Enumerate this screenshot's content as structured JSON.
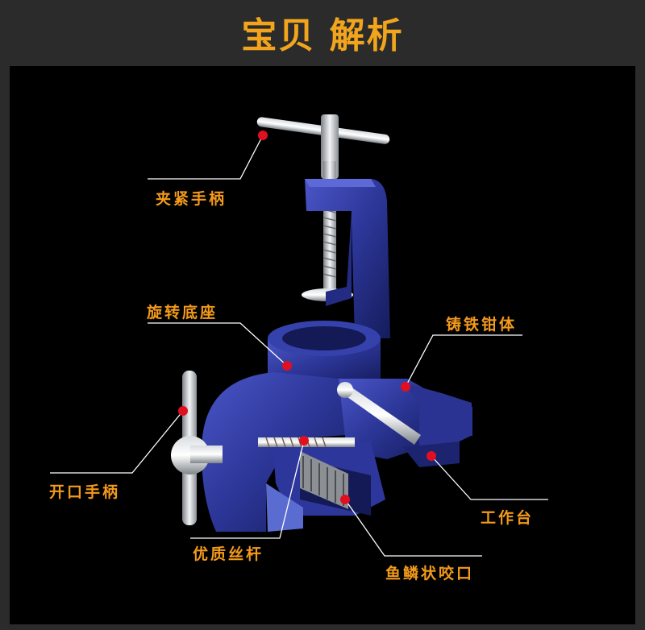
{
  "header": {
    "title": "宝贝 解析"
  },
  "labels": {
    "clamp_handle": "夹紧手柄",
    "swivel_base": "旋转底座",
    "cast_iron_body": "铸铁钳体",
    "opening_handle": "开口手柄",
    "work_table": "工作台",
    "quality_screw": "优质丝杆",
    "scale_jaw": "鱼鳞状咬口"
  },
  "colors": {
    "title": "#f2a51c",
    "label": "#f39a1b",
    "dot": "#e01020",
    "line": "#ffffff",
    "vise_blue": "#2e3a9e"
  }
}
